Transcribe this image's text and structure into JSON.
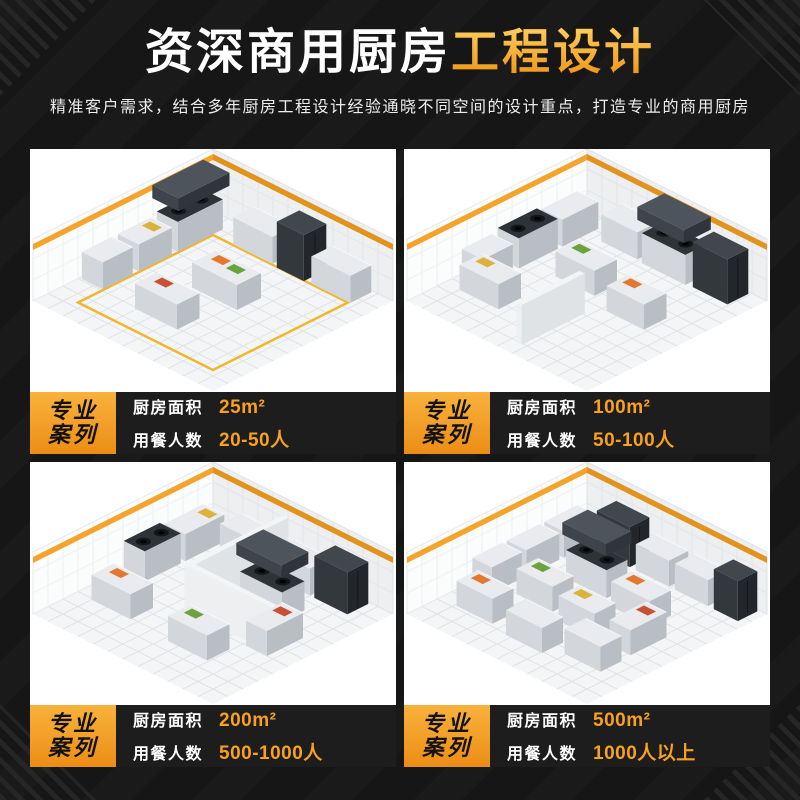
{
  "header": {
    "title_main": "资深商用厨房",
    "title_accent": "工程设计",
    "subtitle": "精准客户需求，结合多年厨房工程设计经验通晓不同空间的设计重点，打造专业的商用厨房"
  },
  "labels": {
    "case_tag_line1": "专业",
    "case_tag_line2": "案列",
    "area_label": "厨房面积",
    "diners_label": "用餐人数"
  },
  "panels": [
    {
      "area_value": "25m²",
      "diners_value": "20-50人"
    },
    {
      "area_value": "100m²",
      "diners_value": "50-100人"
    },
    {
      "area_value": "200m²",
      "diners_value": "500-1000人"
    },
    {
      "area_value": "500m²",
      "diners_value": "1000人以上"
    }
  ],
  "colors": {
    "accent_orange": "#F29B1D",
    "background": "#161616",
    "panel_background": "#FFFFFF",
    "info_bar_background": "#1D1D1D"
  }
}
